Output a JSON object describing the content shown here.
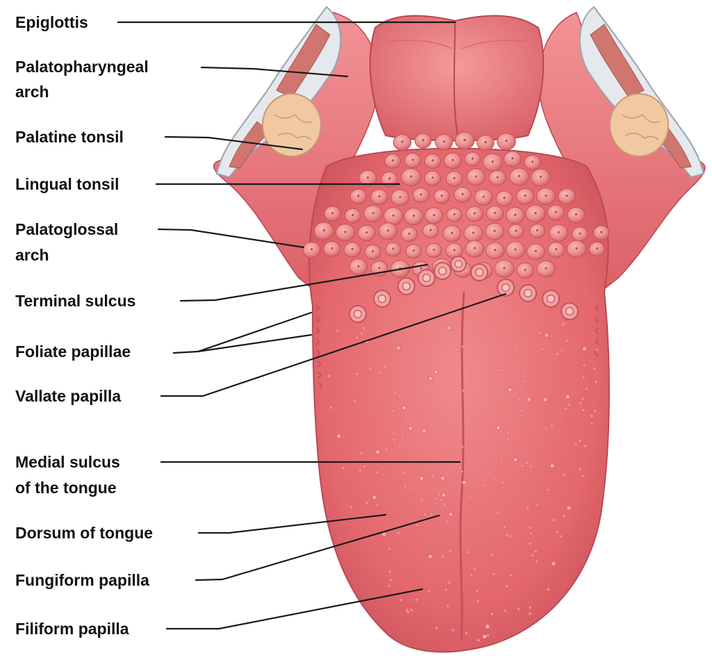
{
  "diagram": {
    "subject": "tongue",
    "colors": {
      "tongue": "#e8777a",
      "tongue_dark": "#c9555c",
      "tongue_light": "#f29b9c",
      "tonsil_tissue": "#f0c9a2",
      "background": "#ffffff",
      "label_text": "#111111"
    },
    "labels": {
      "epiglottis": "Epiglottis",
      "palatopharyngeal_1": "Palatopharyngeal",
      "palatopharyngeal_2": "arch",
      "palatine_tonsil": "Palatine tonsil",
      "lingual_tonsil": "Lingual tonsil",
      "palatoglossal_1": "Palatoglossal",
      "palatoglossal_2": "arch",
      "terminal_sulcus": "Terminal sulcus",
      "foliate_papillae": "Foliate papillae",
      "vallate_papilla": "Vallate papilla",
      "medial_sulcus_1": "Medial sulcus",
      "medial_sulcus_2": "of the tongue",
      "dorsum": "Dorsum of tongue",
      "fungiform": "Fungiform papilla",
      "filiform": "Filiform papilla"
    }
  }
}
